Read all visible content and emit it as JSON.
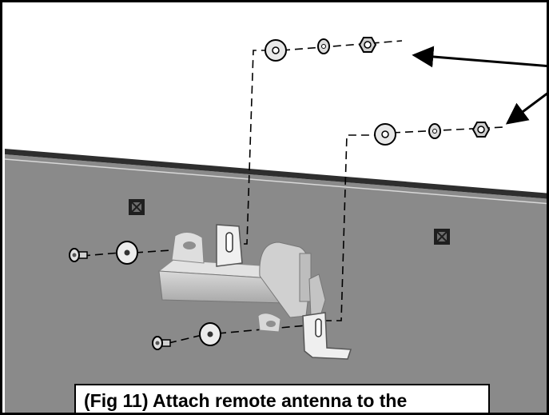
{
  "figure": {
    "caption": "(Fig 11) Attach remote antenna to the",
    "panel_color": "#8a8a8a",
    "background_color": "#ffffff",
    "outline_color": "#000000"
  },
  "parts": [
    {
      "name": "upper-hex-nut-1",
      "icon": "hex-nut"
    },
    {
      "name": "upper-lock-washer-1",
      "icon": "lock-washer"
    },
    {
      "name": "upper-flat-washer-1",
      "icon": "flat-washer"
    },
    {
      "name": "upper-hex-nut-2",
      "icon": "hex-nut"
    },
    {
      "name": "upper-lock-washer-2",
      "icon": "lock-washer"
    },
    {
      "name": "upper-flat-washer-2",
      "icon": "flat-washer"
    },
    {
      "name": "antenna-bracket",
      "icon": "antenna-bracket"
    },
    {
      "name": "left-bolt",
      "icon": "bolt"
    },
    {
      "name": "left-flat-washer",
      "icon": "flat-washer"
    },
    {
      "name": "lower-bolt",
      "icon": "bolt"
    },
    {
      "name": "lower-flat-washer",
      "icon": "flat-washer"
    },
    {
      "name": "mounting-clip-left",
      "icon": "square-clip"
    },
    {
      "name": "mounting-clip-right",
      "icon": "square-clip"
    }
  ]
}
